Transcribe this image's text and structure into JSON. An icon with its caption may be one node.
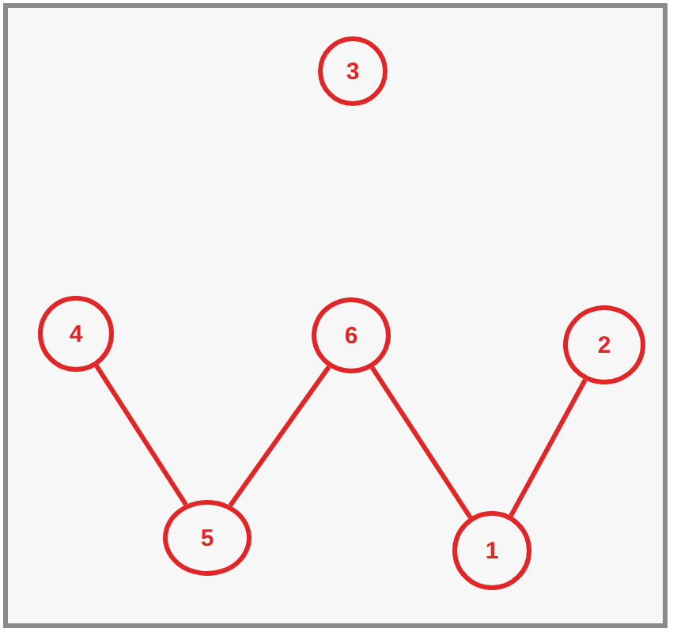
{
  "diagram": {
    "nodes": [
      {
        "text": [
          "3"
        ]
      },
      {
        "text": [
          "4"
        ]
      },
      {
        "text": [
          "6"
        ]
      },
      {
        "text": [
          "2"
        ]
      },
      {
        "text": [
          "5"
        ]
      },
      {
        "text": [
          "1"
        ]
      }
    ],
    "edges": [
      {
        "from": 1,
        "to": 4,
        "arrow": "none"
      },
      {
        "from": 4,
        "to": 2,
        "arrow": "none"
      },
      {
        "from": 2,
        "to": 5,
        "arrow": "none"
      },
      {
        "from": 5,
        "to": 3,
        "arrow": "none"
      }
    ]
  }
}
